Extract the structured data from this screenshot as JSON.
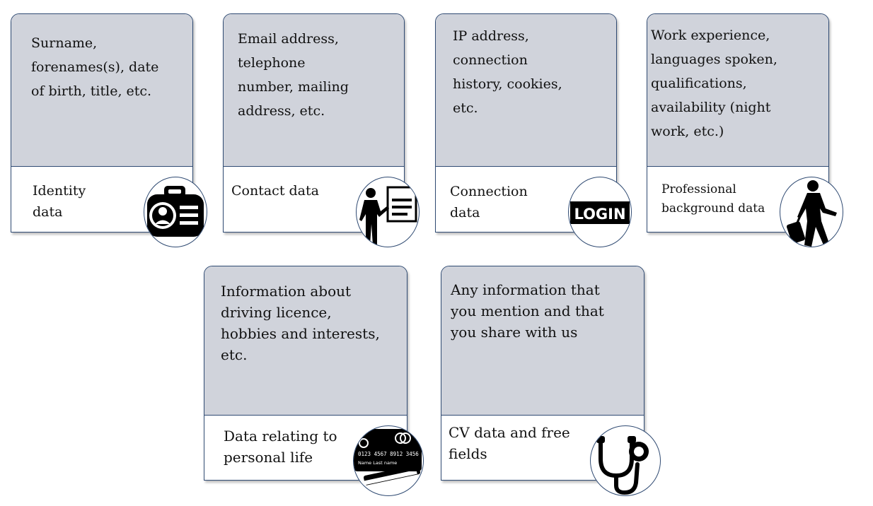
{
  "categories": [
    {
      "description": "Surname,\nforenames(s), date\nof birth, title, etc.",
      "label": "Identity\ndata",
      "icon": "id-badge-icon"
    },
    {
      "description": "Email address,\ntelephone\nnumber, mailing\naddress, etc.",
      "label": "Contact data",
      "icon": "presenter-board-icon"
    },
    {
      "description": "IP address,\nconnection\nhistory, cookies,\netc.",
      "label": "Connection\ndata",
      "icon": "login-icon",
      "icon_text": "LOGIN"
    },
    {
      "description": "Work experience,\nlanguages spoken,\nqualifications,\navailability (night\nwork, etc.)",
      "label": "Professional\nbackground data",
      "icon": "traveler-luggage-icon"
    },
    {
      "description": "Information about\ndriving licence,\nhobbies and interests,\netc.",
      "label": "Data relating to\npersonal life",
      "icon": "credit-card-icon",
      "icon_text": {
        "number": "0123 4567 8912 3456",
        "name": "Name Last name"
      }
    },
    {
      "description": "Any information that\nyou mention and that\nyou share with us",
      "label": "CV data and free\nfields",
      "icon": "stethoscope-icon"
    }
  ],
  "colors": {
    "card_top": "#d0d3db",
    "border": "#2f4a72",
    "icon": "#000000"
  }
}
